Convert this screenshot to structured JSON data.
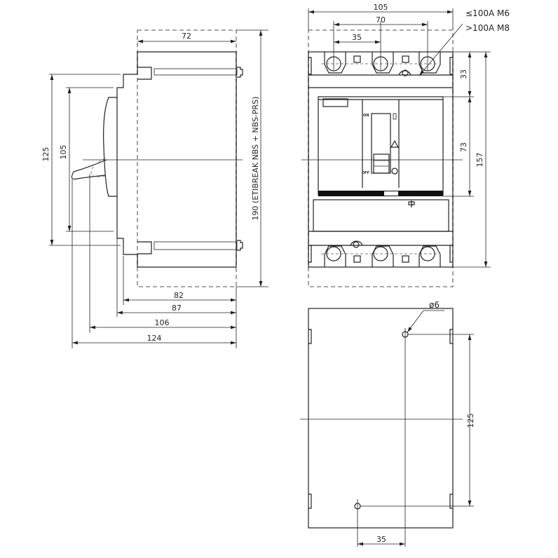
{
  "side_view": {
    "width_top": "72",
    "height_overall": "190 (ETIBREAK NBS + NBS-PRS)",
    "height_outer": "125",
    "height_inner": "105",
    "depths": [
      "82",
      "87",
      "106",
      "124"
    ]
  },
  "front_view": {
    "width_overall": "105",
    "pole_span": "70",
    "pole_pitch": "35",
    "terminal_note_1": "≤100A M6",
    "terminal_note_2": ">100A M8",
    "height_terminal": "33",
    "height_cover": "73",
    "height_total": "157",
    "switch_on_label": "ON",
    "switch_off_label": "OFF"
  },
  "mounting_view": {
    "hole_diameter": "ø6",
    "hole_vertical_spacing": "125",
    "hole_horizontal_offset": "35"
  },
  "colors": {
    "line": "#231f20",
    "dashed_outline": "#8a8a8a"
  }
}
